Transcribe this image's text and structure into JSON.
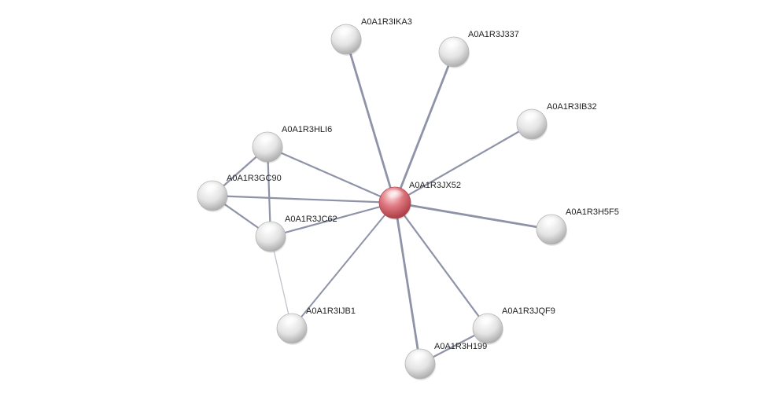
{
  "center": "A0A1R3JX52",
  "nodes": [
    {
      "id": "A0A1R3JX52",
      "label": "A0A1R3JX52",
      "query": true
    },
    {
      "id": "A0A1R3IKA3",
      "label": "A0A1R3IKA3"
    },
    {
      "id": "A0A1R3J337",
      "label": "A0A1R3J337"
    },
    {
      "id": "A0A1R3IB32",
      "label": "A0A1R3IB32"
    },
    {
      "id": "A0A1R3HLI6",
      "label": "A0A1R3HLI6"
    },
    {
      "id": "A0A1R3GC90",
      "label": "A0A1R3GC90"
    },
    {
      "id": "A0A1R3JC62",
      "label": "A0A1R3JC62"
    },
    {
      "id": "A0A1R3H5F5",
      "label": "A0A1R3H5F5"
    },
    {
      "id": "A0A1R3IJB1",
      "label": "A0A1R3IJB1"
    },
    {
      "id": "A0A1R3JQF9",
      "label": "A0A1R3JQF9"
    },
    {
      "id": "A0A1R3H199",
      "label": "A0A1R3H199"
    }
  ],
  "edges": [
    {
      "source": "A0A1R3JX52",
      "target": "A0A1R3IKA3"
    },
    {
      "source": "A0A1R3JX52",
      "target": "A0A1R3J337"
    },
    {
      "source": "A0A1R3JX52",
      "target": "A0A1R3IB32"
    },
    {
      "source": "A0A1R3JX52",
      "target": "A0A1R3HLI6"
    },
    {
      "source": "A0A1R3JX52",
      "target": "A0A1R3GC90"
    },
    {
      "source": "A0A1R3JX52",
      "target": "A0A1R3JC62"
    },
    {
      "source": "A0A1R3JX52",
      "target": "A0A1R3H5F5"
    },
    {
      "source": "A0A1R3JX52",
      "target": "A0A1R3IJB1"
    },
    {
      "source": "A0A1R3JX52",
      "target": "A0A1R3JQF9"
    },
    {
      "source": "A0A1R3JX52",
      "target": "A0A1R3H199"
    },
    {
      "source": "A0A1R3HLI6",
      "target": "A0A1R3GC90"
    },
    {
      "source": "A0A1R3HLI6",
      "target": "A0A1R3JC62"
    },
    {
      "source": "A0A1R3GC90",
      "target": "A0A1R3JC62"
    },
    {
      "source": "A0A1R3JC62",
      "target": "A0A1R3IJB1"
    },
    {
      "source": "A0A1R3JQF9",
      "target": "A0A1R3H199"
    }
  ],
  "colors": {
    "edge": "#8e93a8",
    "edge_light": "#c2c4cc",
    "node_fill": "#e6e6e6",
    "query_fill": "#e07a82"
  }
}
